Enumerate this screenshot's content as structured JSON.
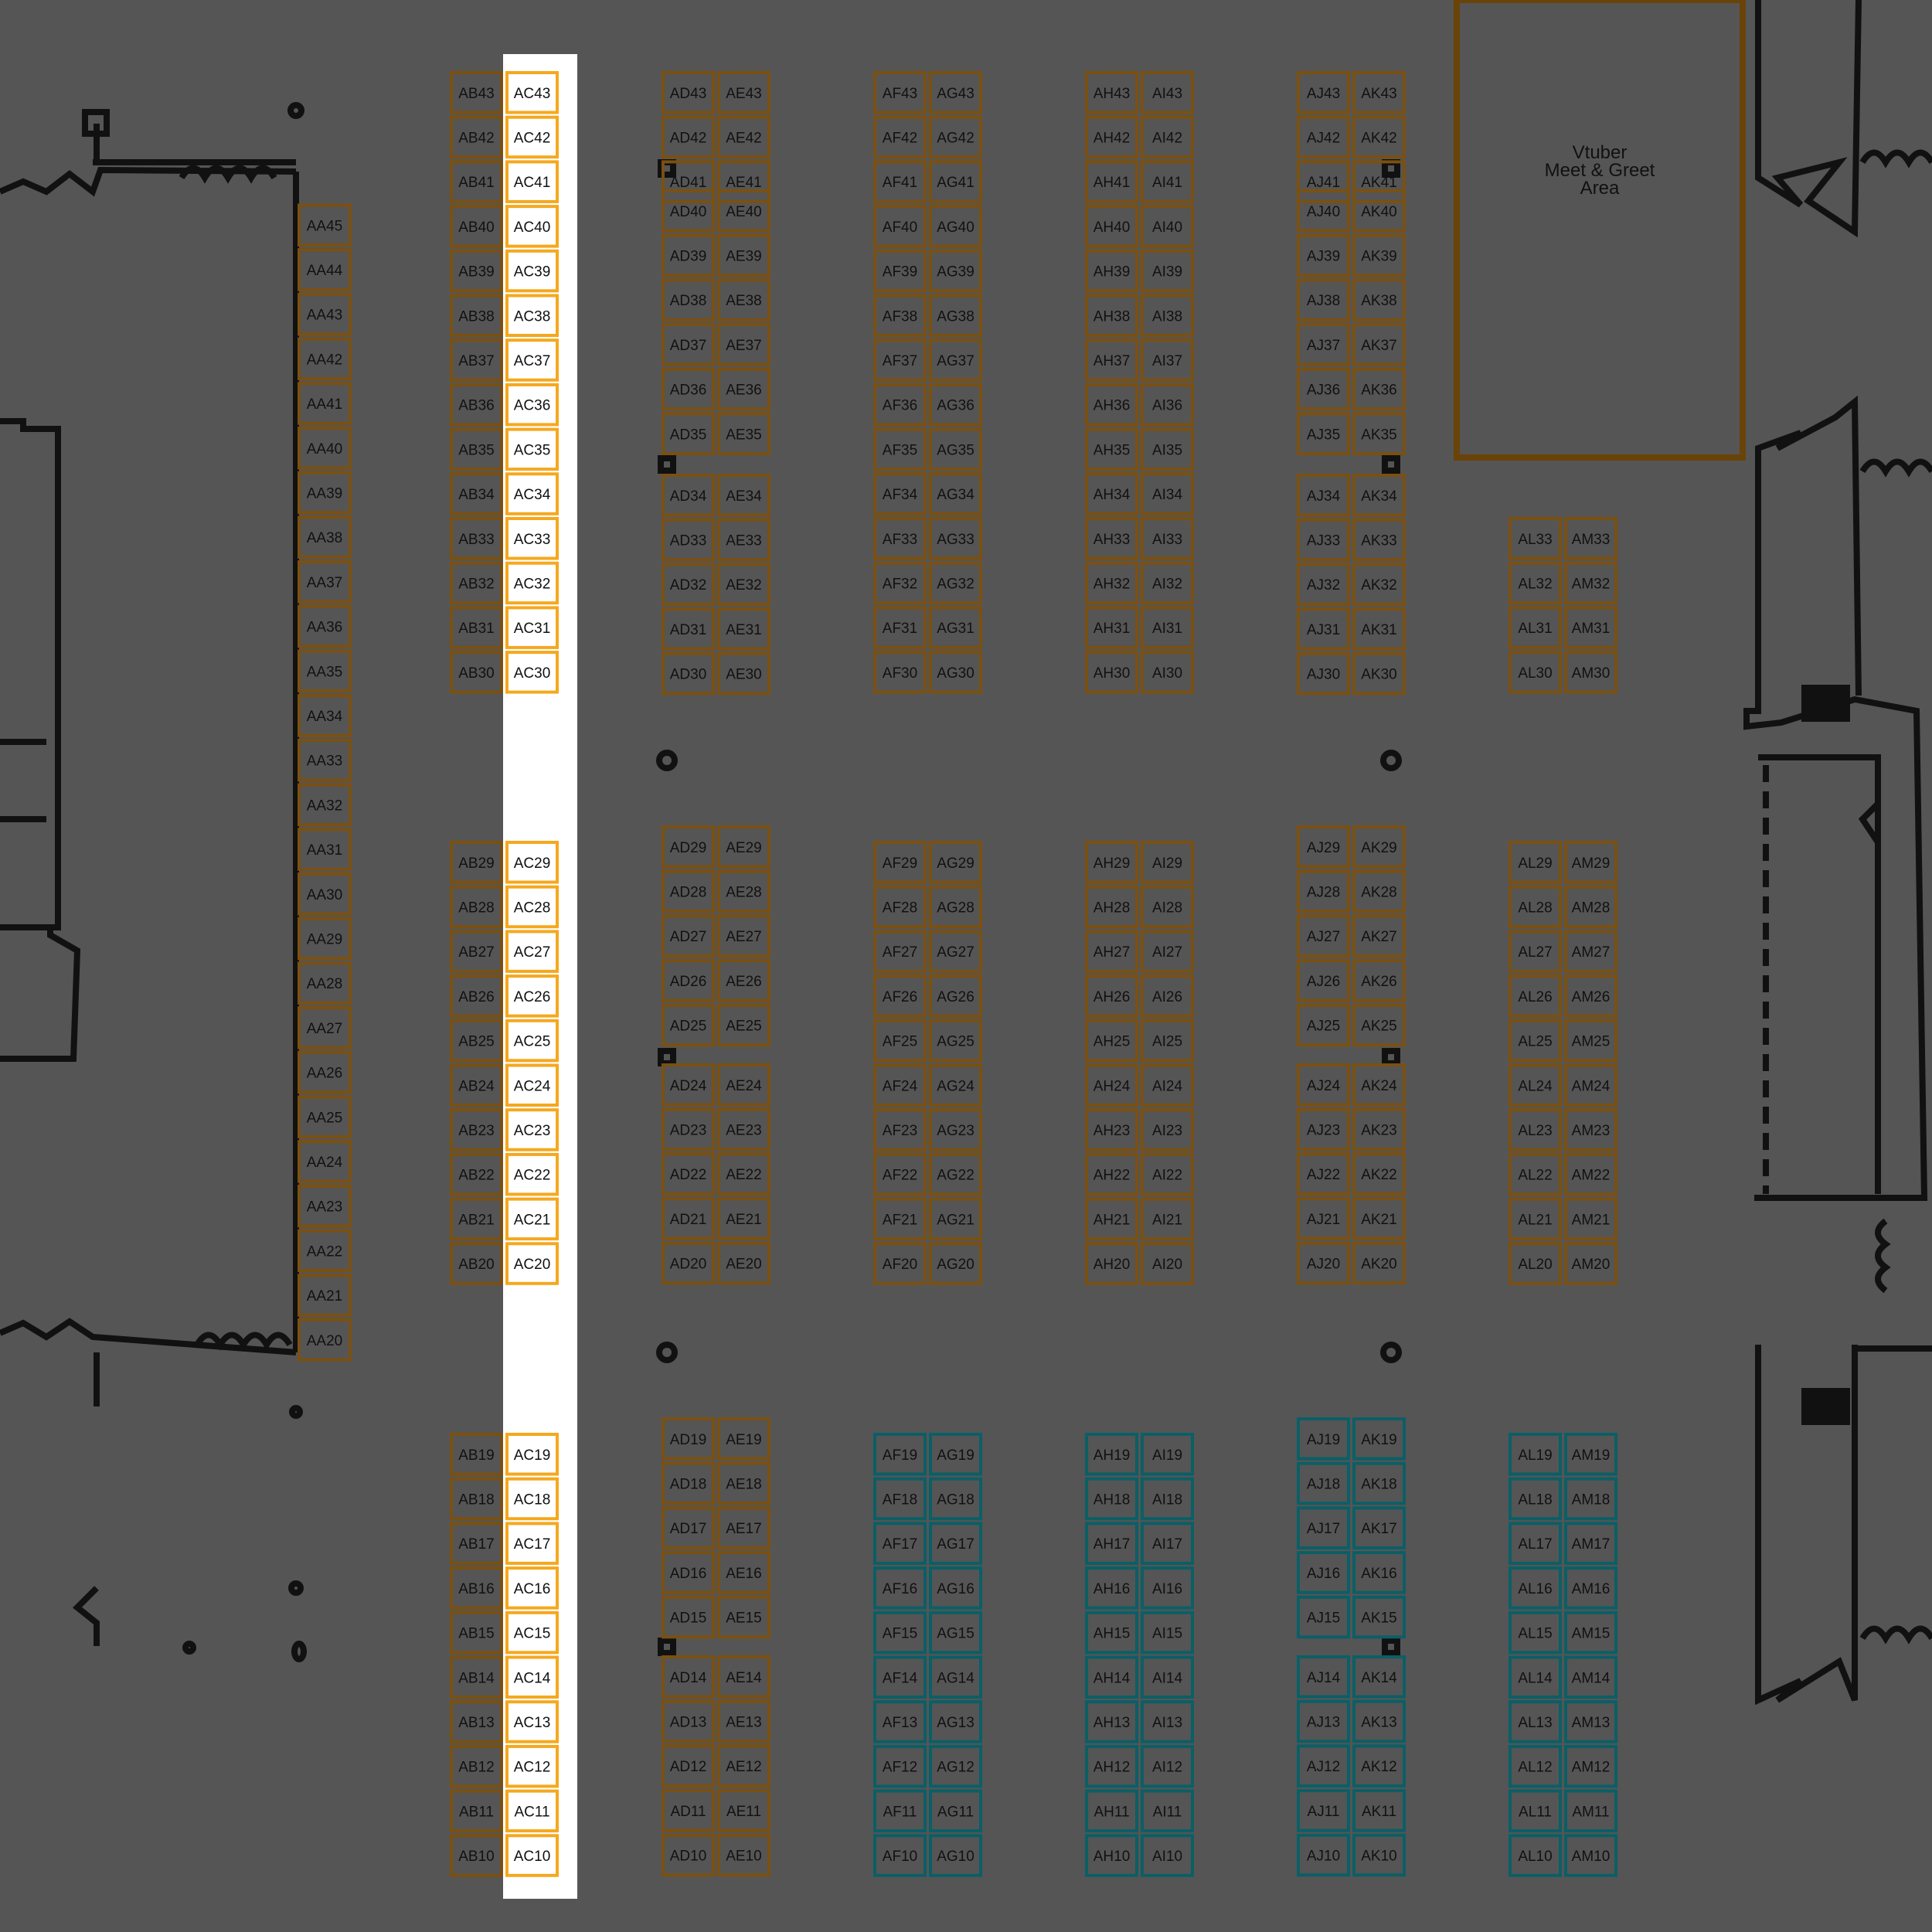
{
  "colors": {
    "background": "#555555",
    "booth_brown": "#7a5012",
    "booth_teal": "#0b5f66",
    "booth_selected_fill": "#ffffff",
    "booth_selected_outline": "#f5a81e",
    "selection_strip": "#ffffff",
    "wall": "#111111",
    "meet_area_outline": "#6a4308"
  },
  "selected_row": "AC",
  "vtuber_area": {
    "lines": [
      "Vtuber",
      "Meet & Greet",
      "Area"
    ]
  },
  "rows": {
    "AA": {
      "groups": [
        [
          20,
          45
        ]
      ]
    },
    "AB": {
      "groups": [
        [
          30,
          43
        ],
        [
          20,
          29
        ],
        [
          10,
          19
        ]
      ]
    },
    "AC": {
      "groups": [
        [
          30,
          43
        ],
        [
          20,
          29
        ],
        [
          10,
          19
        ]
      ]
    },
    "AD": {
      "groups": [
        [
          41,
          43
        ],
        [
          35,
          40
        ],
        [
          30,
          34
        ],
        [
          25,
          29
        ],
        [
          20,
          24
        ],
        [
          15,
          19
        ],
        [
          10,
          14
        ]
      ]
    },
    "AE": {
      "groups": [
        [
          41,
          43
        ],
        [
          35,
          40
        ],
        [
          30,
          34
        ],
        [
          25,
          29
        ],
        [
          20,
          24
        ],
        [
          15,
          19
        ],
        [
          10,
          14
        ]
      ]
    },
    "AF": {
      "groups": [
        [
          30,
          43
        ],
        [
          20,
          29
        ],
        [
          10,
          19
        ]
      ],
      "teal": [
        10,
        19
      ]
    },
    "AG": {
      "groups": [
        [
          30,
          43
        ],
        [
          20,
          29
        ],
        [
          10,
          19
        ]
      ],
      "teal": [
        10,
        19
      ]
    },
    "AH": {
      "groups": [
        [
          30,
          43
        ],
        [
          20,
          29
        ],
        [
          10,
          19
        ]
      ],
      "teal": [
        10,
        19
      ]
    },
    "AI": {
      "groups": [
        [
          30,
          43
        ],
        [
          20,
          29
        ],
        [
          10,
          19
        ]
      ],
      "teal": [
        10,
        19
      ]
    },
    "AJ": {
      "groups": [
        [
          41,
          43
        ],
        [
          35,
          40
        ],
        [
          30,
          34
        ],
        [
          25,
          29
        ],
        [
          20,
          24
        ],
        [
          15,
          19
        ],
        [
          10,
          14
        ]
      ],
      "teal": [
        10,
        19
      ]
    },
    "AK": {
      "groups": [
        [
          41,
          43
        ],
        [
          35,
          40
        ],
        [
          30,
          34
        ],
        [
          25,
          29
        ],
        [
          20,
          24
        ],
        [
          15,
          19
        ],
        [
          10,
          14
        ]
      ],
      "teal": [
        10,
        19
      ]
    },
    "AL": {
      "groups": [
        [
          30,
          33
        ],
        [
          20,
          29
        ],
        [
          10,
          19
        ]
      ],
      "teal": [
        10,
        19
      ]
    },
    "AM": {
      "groups": [
        [
          30,
          33
        ],
        [
          20,
          29
        ],
        [
          10,
          19
        ]
      ],
      "teal": [
        10,
        19
      ]
    }
  }
}
